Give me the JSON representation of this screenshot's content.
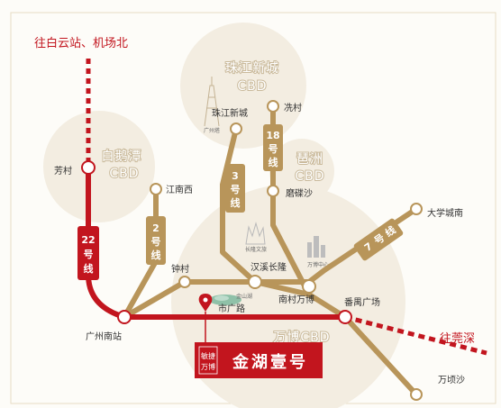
{
  "colors": {
    "line_gold": "#b8955a",
    "line_red": "#c2151e",
    "zone_fill": "#f3ede1",
    "station_fill": "#ffffff",
    "text": "#333333"
  },
  "directions": {
    "north": "往白云站、机场北",
    "east": "往莞深"
  },
  "zones": {
    "zhujiang": [
      "珠江新城",
      "CBD"
    ],
    "baiezhan": [
      "白鹅潭",
      "CBD"
    ],
    "pazhou": [
      "琶洲",
      "CBD"
    ],
    "wanbo": "万博CBD"
  },
  "lines": {
    "l22": [
      "22",
      "号",
      "线"
    ],
    "l2": [
      "2",
      "号",
      "线"
    ],
    "l3": [
      "3",
      "号",
      "线"
    ],
    "l18": [
      "18",
      "号",
      "线"
    ],
    "l7": [
      "7",
      "号",
      "线"
    ]
  },
  "stations": {
    "fangcun": "芳村",
    "jiangnanxi": "江南西",
    "zhujiangxincheng": "珠江新城",
    "xiancun": "冼村",
    "mojiaosha": "磨碟沙",
    "daxuecheng": "大学城南",
    "zhongcun": "钟村",
    "hanxi": "汉溪长隆",
    "nancun": "南村万博",
    "panyu": "番禺广场",
    "shiguang": "市广路",
    "guangzhounan": "广州南站",
    "wanqingsha": "万顷沙"
  },
  "landmarks": {
    "canton_tower": "广州塔",
    "changlong": "长隆文旅",
    "wanbo_center": "万博中心",
    "jinshan_lake": "金山湖"
  },
  "project": {
    "tag": [
      "敏捷",
      "万博"
    ],
    "name": "金湖壹号"
  }
}
